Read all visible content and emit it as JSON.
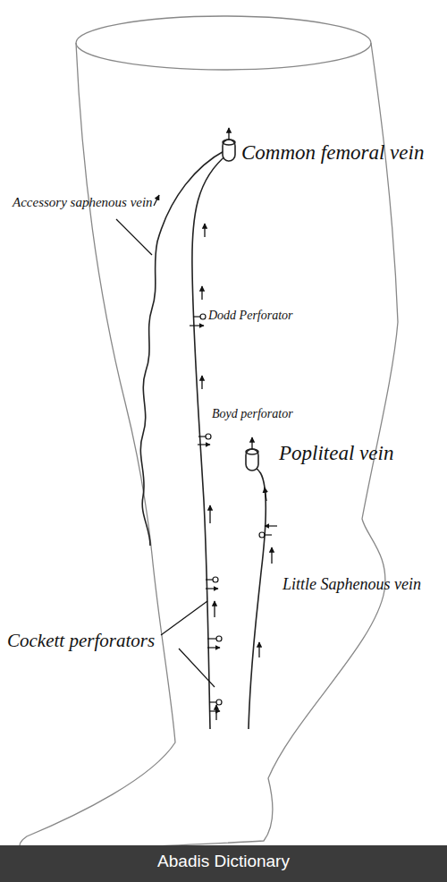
{
  "diagram": {
    "labels": [
      "Common femoral vein",
      "Accessory saphenous vein",
      "Dodd Perforator",
      "Boyd perforator",
      "Popliteal vein",
      "Little Saphenous vein",
      "Cockett perforators",
      "Abadis Dictionary"
    ]
  }
}
